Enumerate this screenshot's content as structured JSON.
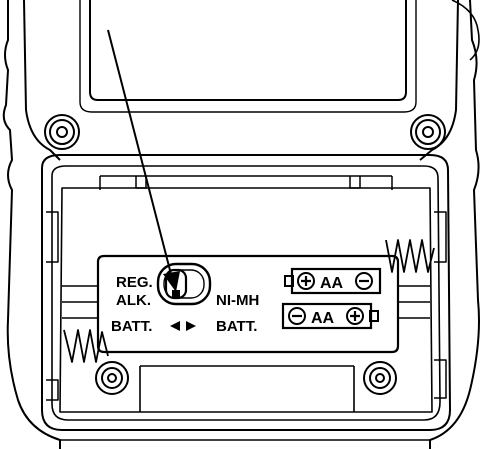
{
  "switch_labels": {
    "regular_line1": "REG.",
    "regular_line2": "ALK.",
    "regular_line3": "BATT.",
    "nimh_line1": "NI-MH",
    "nimh_line2": "BATT."
  },
  "battery_cells": [
    {
      "size": "AA",
      "orientation": "plus-left"
    },
    {
      "size": "AA",
      "orientation": "minus-left"
    }
  ],
  "colors": {
    "line": "#000000",
    "background": "#ffffff"
  }
}
